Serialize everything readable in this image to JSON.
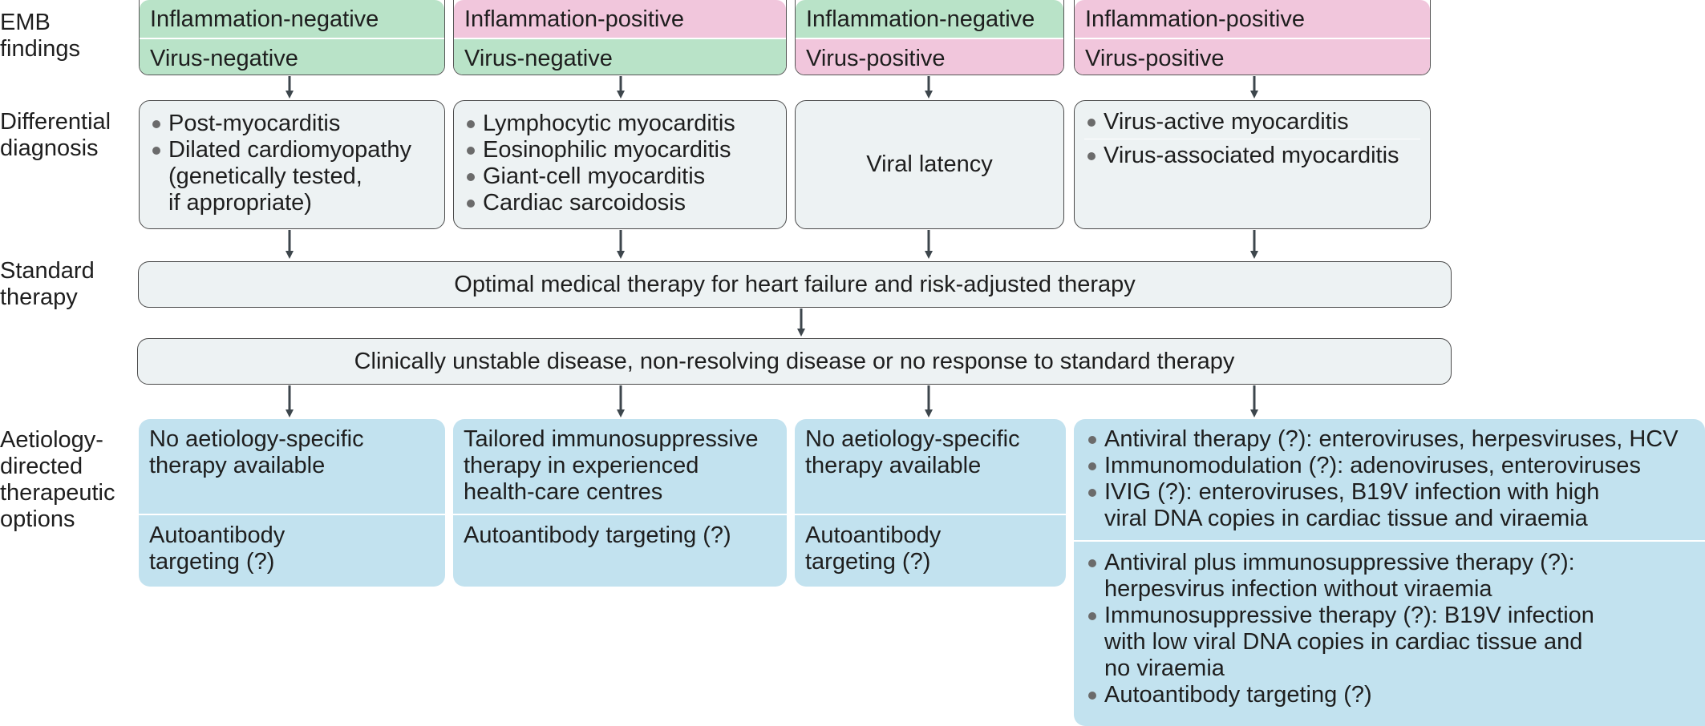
{
  "row_labels": {
    "emb": [
      "EMB",
      "findings"
    ],
    "dx": [
      "Differential",
      "diagnosis"
    ],
    "std": [
      "Standard",
      "therapy"
    ],
    "aet": [
      "Aetiology-",
      "directed",
      "therapeutic",
      "options"
    ]
  },
  "emb": [
    {
      "top": "Inflammation-negative",
      "bottom": "Virus-negative"
    },
    {
      "top": "Inflammation-positive",
      "bottom": "Virus-negative"
    },
    {
      "top": "Inflammation-negative",
      "bottom": "Virus-positive"
    },
    {
      "top": "Inflammation-positive",
      "bottom": "Virus-positive"
    }
  ],
  "dx": {
    "col1": {
      "b1": "Post-myocarditis",
      "b2": "Dilated cardiomyopathy",
      "b2_cont1": "(genetically tested,",
      "b2_cont2": "if appropriate)"
    },
    "col2": {
      "b1": "Lymphocytic myocarditis",
      "b2": "Eosinophilic myocarditis",
      "b3": "Giant-cell myocarditis",
      "b4": "Cardiac sarcoidosis"
    },
    "col3": {
      "text": "Viral latency"
    },
    "col4": {
      "b1": "Virus-active myocarditis",
      "b2": "Virus-associated myocarditis"
    }
  },
  "standard_therapy": "Optimal medical therapy for heart failure and risk-adjusted therapy",
  "unstable": "Clinically unstable disease, non-resolving disease or no response to standard therapy",
  "aet": {
    "col1": {
      "top": [
        "No aetiology-specific",
        "therapy available"
      ],
      "bottom": [
        "Autoantibody",
        "targeting (?)"
      ]
    },
    "col2": {
      "top": [
        "Tailored immunosuppressive",
        "therapy in experienced",
        "health-care centres"
      ],
      "bottom": [
        "Autoantibody targeting (?)"
      ]
    },
    "col3": {
      "top": [
        "No aetiology-specific",
        "therapy available"
      ],
      "bottom": [
        "Autoantibody",
        "targeting (?)"
      ]
    },
    "col4": {
      "top": {
        "b1": "Antiviral therapy (?): enteroviruses, herpesviruses, HCV",
        "b2": "Immunomodulation (?): adenoviruses, enteroviruses",
        "b3": "IVIG (?): enteroviruses, B19V infection with high",
        "b3_cont": "viral DNA copies in cardiac tissue and viraemia"
      },
      "bottom": {
        "b1": "Antiviral plus immunosuppressive therapy (?):",
        "b1_cont": "herpesvirus infection without viraemia",
        "b2": "Immunosuppressive therapy (?): B19V infection",
        "b2_cont1": "with low viral DNA copies in cardiac tissue and",
        "b2_cont2": "no viraemia",
        "b3": "Autoantibody targeting (?)"
      }
    }
  },
  "colors": {
    "green": "#b9e3c8",
    "pink": "#f1c6dc",
    "grey_box": "#edf2f3",
    "blue_box": "#c2e2ef",
    "arrow": "#3d464c"
  }
}
